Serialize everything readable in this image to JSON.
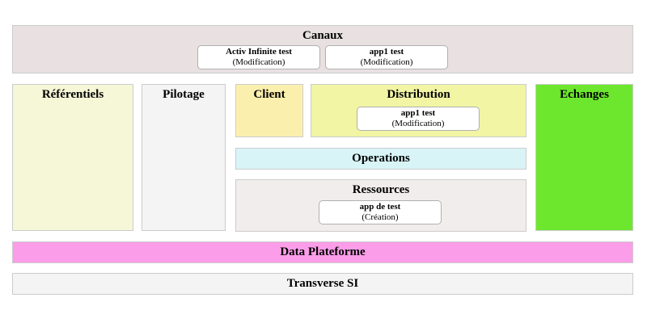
{
  "colors": {
    "page_bg": "#ffffff",
    "border": "#cccccc",
    "card_border": "#b0b0b0",
    "canaux_bg": "#e8e0e1",
    "referentiels_bg": "#f6f7d7",
    "pilotage_bg": "#f4f4f4",
    "client_bg": "#fbefae",
    "distribution_bg": "#f1f5a4",
    "operations_bg": "#d8f4f7",
    "ressources_bg": "#f2eded",
    "echanges_bg": "#6de72d",
    "data_plateforme_bg": "#fb9de8",
    "transverse_si_bg": "#f4f4f4",
    "text": "#000000"
  },
  "sections": {
    "canaux": {
      "title": "Canaux",
      "apps": [
        {
          "name": "Activ Infinite test",
          "status": "(Modification)"
        },
        {
          "name": "app1 test",
          "status": "(Modification)"
        }
      ]
    },
    "referentiels": {
      "title": "Référentiels"
    },
    "pilotage": {
      "title": "Pilotage"
    },
    "client": {
      "title": "Client"
    },
    "distribution": {
      "title": "Distribution",
      "apps": [
        {
          "name": "app1 test",
          "status": "(Modification)"
        }
      ]
    },
    "operations": {
      "title": "Operations"
    },
    "ressources": {
      "title": "Ressources",
      "apps": [
        {
          "name": "app de test",
          "status": "(Création)"
        }
      ]
    },
    "echanges": {
      "title": "Echanges"
    },
    "data_plateforme": {
      "title": "Data Plateforme"
    },
    "transverse_si": {
      "title": "Transverse SI"
    }
  }
}
